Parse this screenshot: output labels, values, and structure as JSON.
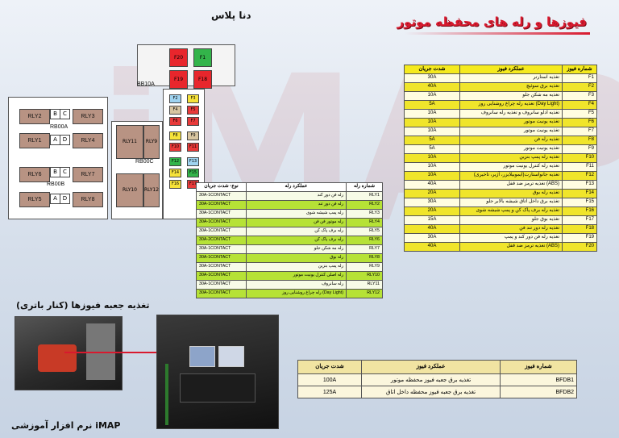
{
  "header": {
    "title": "فیوزها و رله های محفظه موتور",
    "model": "دنا پلاس"
  },
  "watermark": {
    "brand": "iMAP",
    "text": "نرم افزار آموزشی"
  },
  "fuse_table": {
    "headers": [
      "شماره فیوز",
      "عملکرد فیوز",
      "شدت جریان"
    ],
    "rows": [
      [
        "F1",
        "تغذیه استارتر",
        "30A"
      ],
      [
        "F2",
        "تغذیه برق سوئیچ",
        "40A"
      ],
      [
        "F3",
        "تغذیه مه شکن جلو",
        "10A"
      ],
      [
        "F4",
        "تغذیه رله چراغ روشنایی روز (Day Light)",
        "5A"
      ],
      [
        "F5",
        "تغذیه ادلو سانروف و تغذیه رله سانروف",
        "10A"
      ],
      [
        "F6",
        "تغذیه یونیت موتور",
        "10A"
      ],
      [
        "F7",
        "تغذیه یونیت موتور",
        "10A"
      ],
      [
        "F8",
        "تغذیه رله فن",
        "5A"
      ],
      [
        "F9",
        "تغذیه یونیت موتور",
        "5A"
      ],
      [
        "F10",
        "تغذیه رله پمپ بنزین",
        "10A"
      ],
      [
        "F11",
        "تغذیه رله کنترل یونیت موتور",
        "10A"
      ],
      [
        "F12",
        "تغذیه جانواستارت(ایموبیلایزر، آژیر، تاخیری)",
        "10A"
      ],
      [
        "F13",
        "تغذیه ترمز ضد قفل (ABS)",
        "40A"
      ],
      [
        "F14",
        "تغذیه رله بوق",
        "20A"
      ],
      [
        "F15",
        "تغذیه برق داخل اتاق شیشه بالابر جلو",
        "30A"
      ],
      [
        "F16",
        "تغذیه رله برف پاک کن و پمپ شیشه شوی",
        "20A"
      ],
      [
        "F17",
        "تغذیه بوق جلو",
        "15A"
      ],
      [
        "F18",
        "تغذیه رله دور تند فن",
        "40A"
      ],
      [
        "F19",
        "تغذیه رله فن دور کند و پمپ",
        "30A"
      ],
      [
        "F20",
        "تغذیه ترمز ضد قفل (ABS)",
        "40A"
      ]
    ]
  },
  "relay_table": {
    "headers": [
      "شماره رله",
      "عملکرد رله",
      "نوع- شدت جریان"
    ],
    "rows": [
      [
        "RLY1",
        "رله فن دور کند",
        "30A-1CONTACT"
      ],
      [
        "RLY2",
        "رله فن دور تند",
        "30A-1CONTACT"
      ],
      [
        "RLY3",
        "رله پمپ شیشه شوی",
        "30A-1CONTACT"
      ],
      [
        "RLY4",
        "رله موتور فن فن",
        "30A-1CONTACT"
      ],
      [
        "RLY5",
        "رله برف پاک کن",
        "30A-1CONTACT"
      ],
      [
        "RLY6",
        "رله برف پاک کن",
        "30A-2CONTACT"
      ],
      [
        "RLY7",
        "رله مه شکن جلو",
        "30A-1CONTACT"
      ],
      [
        "RLY8",
        "رله بوق",
        "30A-1CONTACT"
      ],
      [
        "RLY9",
        "رله پمپ بنزین",
        "30A-1CONTACT"
      ],
      [
        "RLY10",
        "رله اصلی کنترل یونیت موتور",
        "30A-1CONTACT"
      ],
      [
        "RLY11",
        "رله سانروف",
        "30A-1CONTACT"
      ],
      [
        "RLY12",
        "رله چراغ روشنایی روز (Day Light)",
        "30A-1CONTACT"
      ]
    ]
  },
  "battery_table": {
    "caption": "تغذیه جعبه فیوزها (کنار باتری)",
    "headers": [
      "شماره فیوز",
      "عملکرد فیوز",
      "شدت جریان"
    ],
    "rows": [
      [
        "BFDB1",
        "تغذیه برق جعبه فیوز محفظه موتور",
        "100A"
      ],
      [
        "BFDB2",
        "تغذیه برق جعبه فیوز محفظه داخل اتاق",
        "125A"
      ]
    ]
  },
  "diagram": {
    "relays": [
      "RLY2",
      "RLY3",
      "RLY1",
      "RLY4",
      "RLY6",
      "RLY7",
      "RLY5",
      "RLY8",
      "RLY11",
      "RLY10",
      "RLY9",
      "RLY12"
    ],
    "letters": [
      "B",
      "C",
      "A",
      "D",
      "B",
      "C",
      "A",
      "D"
    ],
    "block_labels": [
      "RB00A",
      "RB00B",
      "RB00C",
      "BB10A"
    ],
    "big_fuses": [
      "F20",
      "F1",
      "F19",
      "F18"
    ],
    "small_fuses": [
      "F2",
      "F3",
      "F4",
      "F5",
      "F6",
      "F7",
      "F8",
      "F9",
      "F10",
      "F11",
      "F12",
      "F13",
      "F14",
      "F15",
      "F16",
      "F17"
    ]
  },
  "footer": {
    "brand": "نرم افزار آموزشی iMAP"
  },
  "colors": {
    "title": "#d8192e",
    "fuse_header": "#f5ea1e",
    "relay_highlight": "#b6e236",
    "relay_block": "#b89383"
  }
}
